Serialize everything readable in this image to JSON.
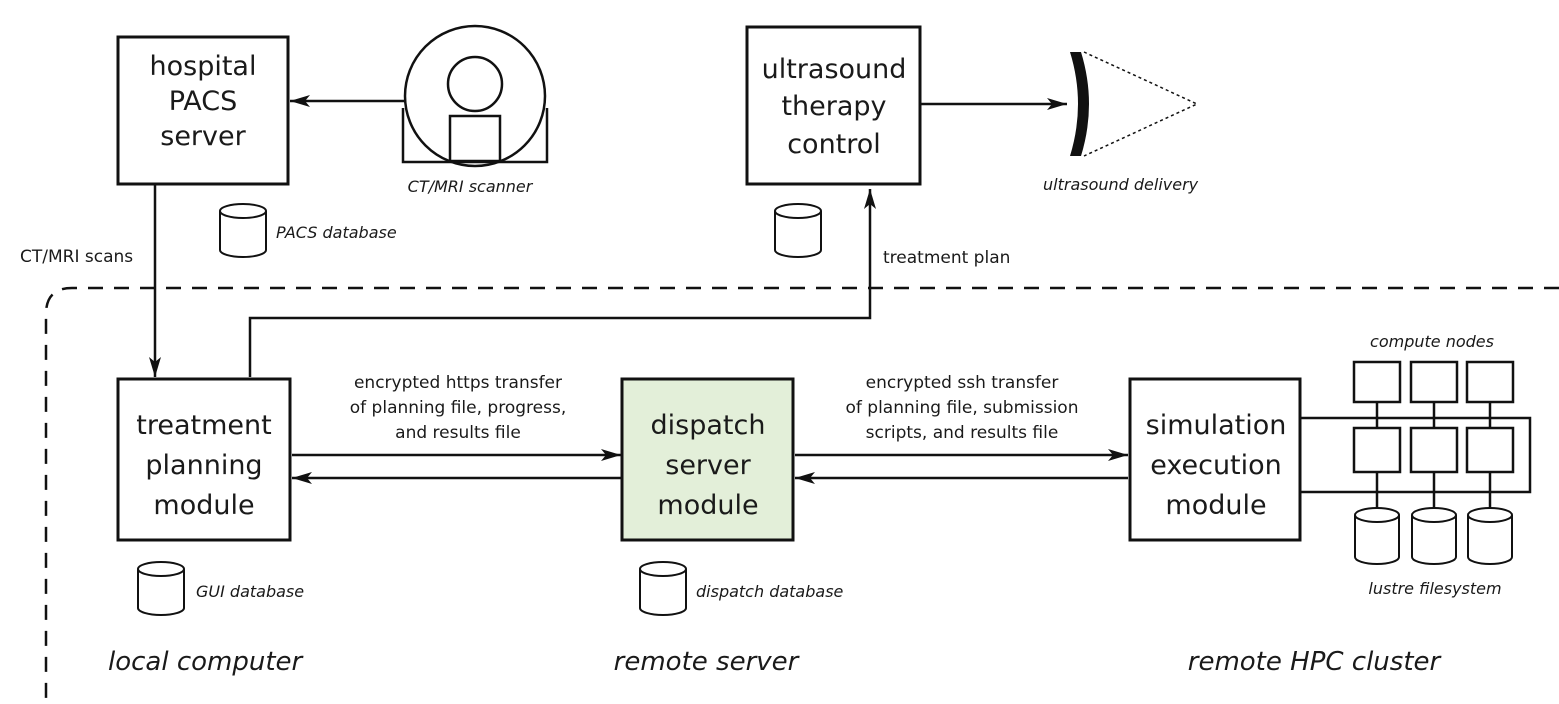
{
  "nodes": {
    "pacs_server": {
      "lines": [
        "hospital",
        "PACS",
        "server"
      ]
    },
    "ultrasound_control": {
      "lines": [
        "ultrasound",
        "therapy",
        "control"
      ]
    },
    "treatment_planning": {
      "lines": [
        "treatment",
        "planning",
        "module"
      ]
    },
    "dispatch_server": {
      "lines": [
        "dispatch",
        "server",
        "module"
      ],
      "fill": "#e3efd9"
    },
    "simulation_execution": {
      "lines": [
        "simulation",
        "execution",
        "module"
      ]
    }
  },
  "components": {
    "scanner": "CT/MRI scanner",
    "ultrasound_delivery": "ultrasound delivery",
    "pacs_database": "PACS database",
    "gui_database": "GUI database",
    "dispatch_database": "dispatch database",
    "compute_nodes": "compute nodes",
    "lustre_filesystem": "lustre filesystem"
  },
  "edges": {
    "scans": "CT/MRI scans",
    "treatment_plan": "treatment plan",
    "https_transfer": [
      "encrypted https transfer",
      "of planning file, progress,",
      "and results file"
    ],
    "ssh_transfer": [
      "encrypted ssh transfer",
      "of planning file, submission",
      "scripts, and results file"
    ]
  },
  "regions": {
    "local": "local computer",
    "remote_server": "remote server",
    "hpc": "remote HPC cluster"
  }
}
